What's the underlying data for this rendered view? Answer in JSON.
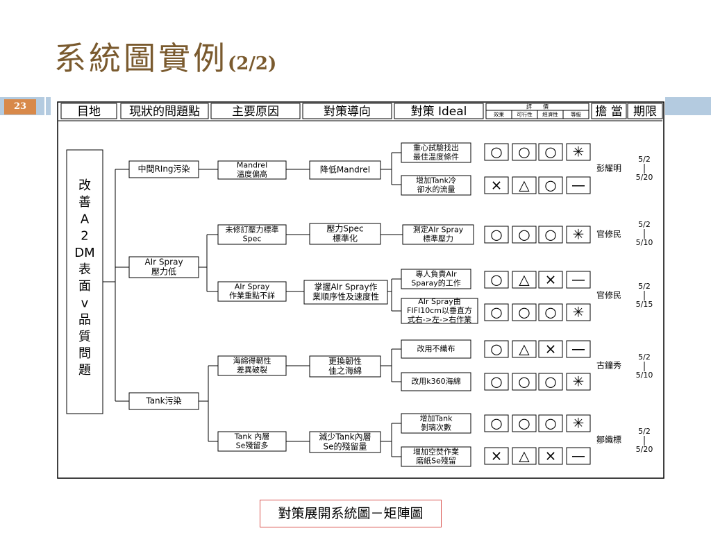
{
  "slide": {
    "title_main": "系統圖實例",
    "title_suffix": "(2/2)",
    "page_number": "23",
    "caption": "對策展開系統圖－矩陣圖"
  },
  "header": {
    "goal": "目地",
    "problem": "現狀的問題點",
    "cause": "主要原因",
    "direction": "對策導向",
    "ideal": "對策 Ideal",
    "eval": "評　　價",
    "eval_sub": [
      "效果",
      "可行性",
      "經濟性",
      "等級"
    ],
    "owner": "擔 當",
    "deadline": "期限"
  },
  "goal_chars": [
    "改",
    "善",
    "A",
    "2",
    "DM",
    "表",
    "面",
    "v",
    "品",
    "質",
    "問",
    "題"
  ],
  "problems": [
    [
      "中間RIng污染"
    ],
    [
      "AIr  Spray",
      "壓力低"
    ],
    [
      "Tank污染"
    ]
  ],
  "causes": [
    [
      "Mandrel",
      "溫度偏高"
    ],
    [
      "未修訂壓力標準",
      "Spec"
    ],
    [
      "AIr  Spray",
      "作業重點不詳"
    ],
    [
      "海綿得韌性",
      "差異破裂"
    ],
    [
      "Tank  內層",
      "Se殘留多"
    ]
  ],
  "directions": [
    [
      "降低Mandrel"
    ],
    [
      "壓力Spec",
      "標準化"
    ],
    [
      "掌握AIr Spray作",
      "業順序性及速度性"
    ],
    [
      "更換韌性",
      "佳之海綿"
    ],
    [
      "減少Tank內層",
      "Se的殘留量"
    ]
  ],
  "ideals": [
    [
      "重心試驗找出",
      "最佳溫度條件"
    ],
    [
      "增加Tank冷",
      "卻水的流量"
    ],
    [
      "測定AIr Spray",
      "標準壓力"
    ],
    [
      "專人負責AIr",
      "Sparay的工作"
    ],
    [
      "AIr  Spray由",
      "FIFI10cm以垂直方",
      "式右->左->右作業"
    ],
    [
      "改用不織布"
    ],
    [
      "改用k360海綿"
    ],
    [
      "增加Tank",
      "剝璃次數"
    ],
    [
      "增加空焚作業",
      "磨紙Se殘留"
    ]
  ],
  "ratings": [
    [
      "○",
      "○",
      "○",
      "✳"
    ],
    [
      "×",
      "△",
      "○",
      "—"
    ],
    [
      "○",
      "○",
      "○",
      "✳"
    ],
    [
      "○",
      "△",
      "×",
      "—"
    ],
    [
      "○",
      "○",
      "○",
      "✳"
    ],
    [
      "○",
      "△",
      "×",
      "—"
    ],
    [
      "○",
      "○",
      "○",
      "✳"
    ],
    [
      "○",
      "○",
      "○",
      "✳"
    ],
    [
      "×",
      "△",
      "×",
      "—"
    ]
  ],
  "owners": [
    "彭耀明",
    "官修民",
    "官修民",
    "古鐘秀",
    "鄒織標"
  ],
  "deadlines": [
    [
      "5/2",
      "5/20"
    ],
    [
      "5/2",
      "5/10"
    ],
    [
      "5/2",
      "5/15"
    ],
    [
      "5/2",
      "5/10"
    ],
    [
      "5/2",
      "5/20"
    ]
  ]
}
